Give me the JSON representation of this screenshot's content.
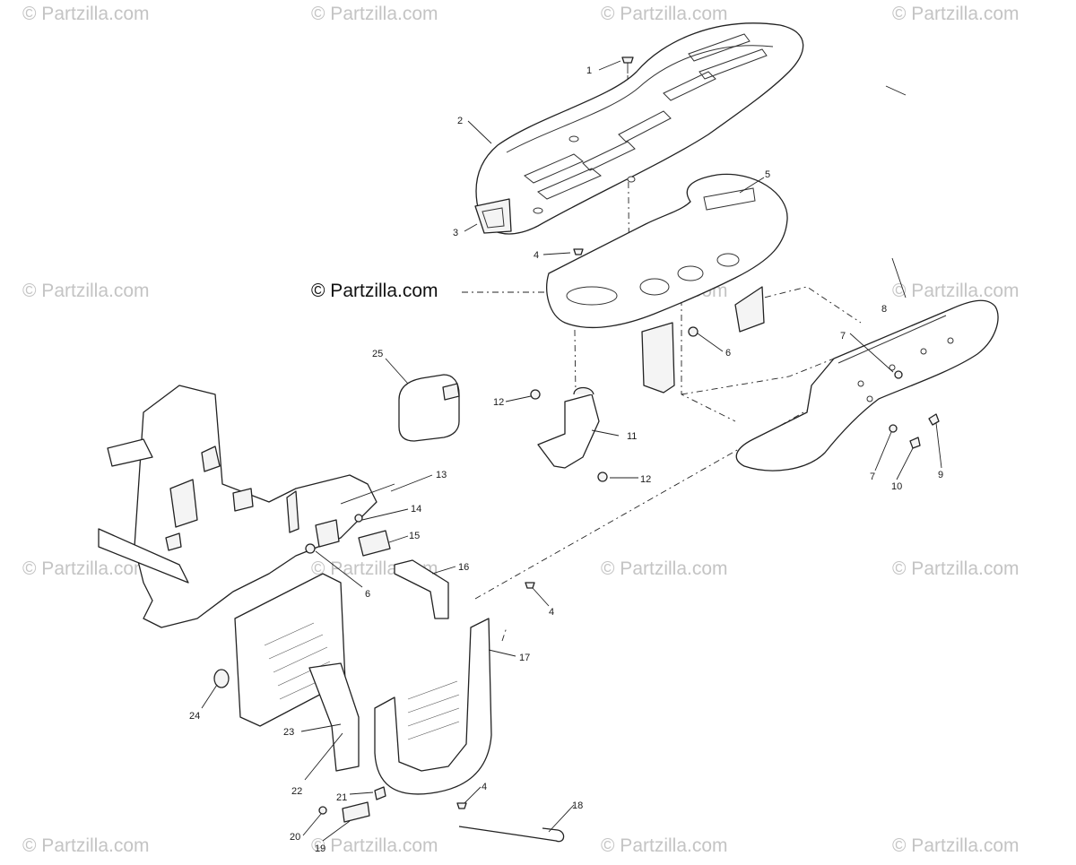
{
  "watermark": "© Partzilla.com",
  "brand": "© Partzilla.com",
  "callouts": [
    "1",
    "2",
    "3",
    "4",
    "5",
    "6",
    "7",
    "8",
    "25",
    "12",
    "11",
    "9",
    "7",
    "10",
    "12",
    "13",
    "14",
    "15",
    "16",
    "6",
    "4",
    "17",
    "24",
    "23",
    "22",
    "21",
    "4",
    "18",
    "20",
    "19"
  ]
}
